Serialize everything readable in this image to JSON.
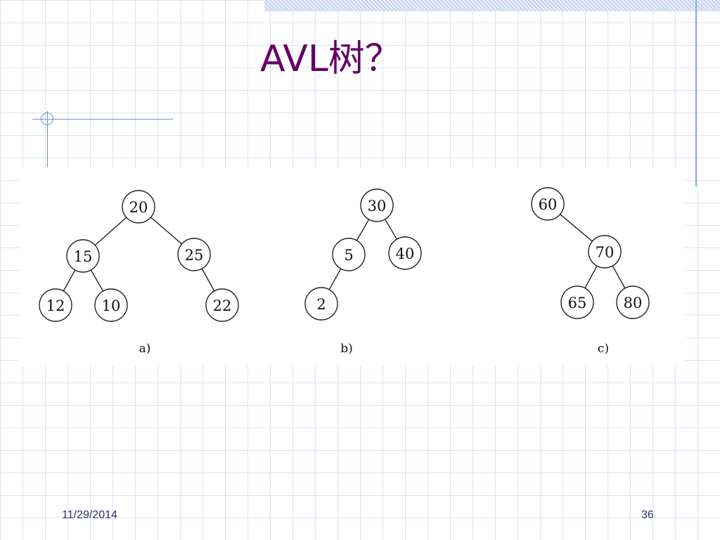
{
  "slide": {
    "title": "AVL树？",
    "date": "11/29/2014",
    "page_number": "36"
  },
  "trees": [
    {
      "caption": "a)",
      "nodes": [
        {
          "id": "20",
          "label": "20"
        },
        {
          "id": "15",
          "label": "15"
        },
        {
          "id": "25",
          "label": "25"
        },
        {
          "id": "12",
          "label": "12"
        },
        {
          "id": "10",
          "label": "10"
        },
        {
          "id": "22",
          "label": "22"
        }
      ],
      "edges": [
        [
          "20",
          "15"
        ],
        [
          "20",
          "25"
        ],
        [
          "15",
          "12"
        ],
        [
          "15",
          "10"
        ],
        [
          "25",
          "22"
        ]
      ]
    },
    {
      "caption": "b)",
      "nodes": [
        {
          "id": "30",
          "label": "30"
        },
        {
          "id": "5",
          "label": "5"
        },
        {
          "id": "40",
          "label": "40"
        },
        {
          "id": "2",
          "label": "2"
        }
      ],
      "edges": [
        [
          "30",
          "5"
        ],
        [
          "30",
          "40"
        ],
        [
          "5",
          "2"
        ]
      ]
    },
    {
      "caption": "c)",
      "nodes": [
        {
          "id": "60",
          "label": "60"
        },
        {
          "id": "70",
          "label": "70"
        },
        {
          "id": "65",
          "label": "65"
        },
        {
          "id": "80",
          "label": "80"
        }
      ],
      "edges": [
        [
          "60",
          "70"
        ],
        [
          "70",
          "65"
        ],
        [
          "70",
          "80"
        ]
      ]
    }
  ]
}
